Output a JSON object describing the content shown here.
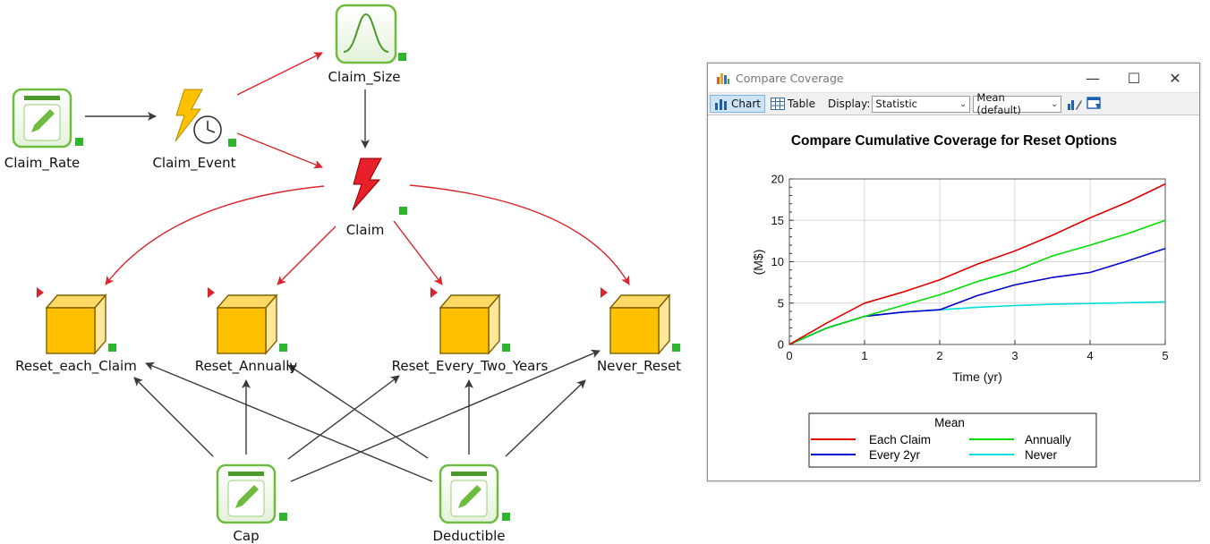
{
  "diagram": {
    "nodes": {
      "claim_rate": "Claim_Rate",
      "claim_event": "Claim_Event",
      "claim_size": "Claim_Size",
      "claim": "Claim",
      "reset_each_claim": "Reset_each_Claim",
      "reset_annually": "Reset_Annually",
      "reset_every_two_years": "Reset_Every_Two_Years",
      "never_reset": "Never_Reset",
      "cap": "Cap",
      "deductible": "Deductible"
    },
    "colors": {
      "influence_arrow": "#d9252b",
      "dependency_arrow": "#3a3a3a",
      "status_dot": "#2db52d",
      "data_icon_border": "#6dbb3f",
      "container_fill": "#ffc000"
    }
  },
  "window": {
    "title": "Compare Coverage",
    "controls": {
      "minimize": "—",
      "maximize": "☐",
      "close": "✕"
    },
    "toolbar": {
      "chart_label": "Chart",
      "table_label": "Table",
      "display_label": "Display:",
      "display_value": "Statistic",
      "stat_value": "Mean (default)"
    }
  },
  "chart_data": {
    "type": "line",
    "title": "Compare Cumulative Coverage for Reset Options",
    "xlabel": "Time (yr)",
    "ylabel": "(M$)",
    "xlim": [
      0,
      5
    ],
    "ylim": [
      0,
      20
    ],
    "x_ticks": [
      "0",
      "1",
      "2",
      "3",
      "4",
      "5"
    ],
    "y_ticks": [
      "0",
      "5",
      "10",
      "15",
      "20"
    ],
    "grid": true,
    "legend": {
      "title": "Mean",
      "placement": "bottom"
    },
    "x": [
      0,
      0.5,
      1,
      1.5,
      2,
      2.5,
      3,
      3.5,
      4,
      4.5,
      5
    ],
    "series": [
      {
        "name": "Each Claim",
        "color": "#e00000",
        "values": [
          0,
          2.6,
          5.0,
          6.3,
          7.8,
          9.7,
          11.3,
          13.2,
          15.3,
          17.2,
          19.4
        ]
      },
      {
        "name": "Annually",
        "color": "#00dd00",
        "values": [
          0,
          2.0,
          3.4,
          4.7,
          6.0,
          7.6,
          8.9,
          10.7,
          12.0,
          13.4,
          15.0
        ]
      },
      {
        "name": "Every 2yr",
        "color": "#0000cc",
        "values": [
          0,
          2.0,
          3.4,
          3.9,
          4.2,
          5.9,
          7.2,
          8.1,
          8.7,
          10.1,
          11.6
        ]
      },
      {
        "name": "Never",
        "color": "#00dddd",
        "values": [
          0,
          2.0,
          3.4,
          3.9,
          4.2,
          4.5,
          4.7,
          4.85,
          4.95,
          5.05,
          5.15
        ]
      }
    ]
  }
}
